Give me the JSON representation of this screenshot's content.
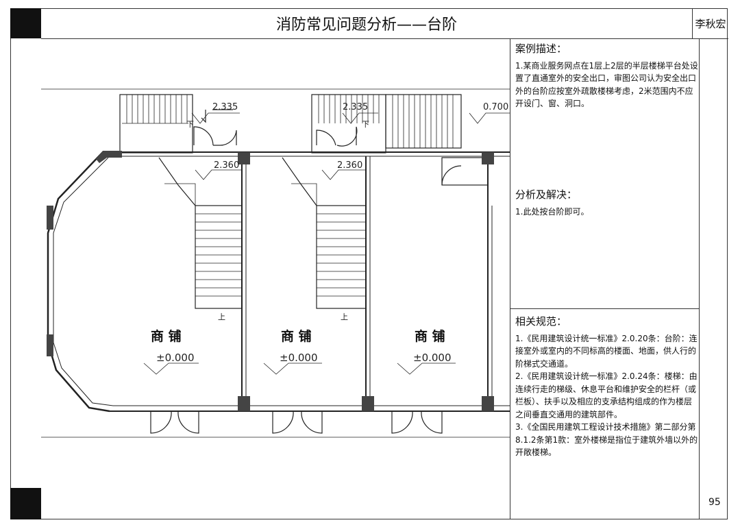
{
  "header": {
    "title": "消防常见问题分析——台阶",
    "author": "李秋宏"
  },
  "case": {
    "heading": "案例描述：",
    "items": [
      "1.某商业服务网点在1层上2层的半层楼梯平台处设置了直通室外的安全出口，审图公司认为安全出口外的台阶应按室外疏散楼梯考虑，2米范围内不应开设门、窗、洞口。"
    ]
  },
  "analysis": {
    "heading": "分析及解决：",
    "items": [
      "1.此处按台阶即可。"
    ]
  },
  "norms": {
    "heading": "相关规范：",
    "items": [
      "1.《民用建筑设计统一标准》2.0.20条：台阶：连接室外或室内的不同标高的楼面、地面，供人行的阶梯式交通道。",
      "2.《民用建筑设计统一标准》2.0.24条：楼梯：由连续行走的梯级、休息平台和维护安全的栏杆（或栏板）、扶手以及相应的支承结构组成的作为楼层之间垂直交通用的建筑部件。",
      "3.《全国民用建筑工程设计技术措施》第二部分第8.1.2条第1款：室外楼梯是指位于建筑外墙以外的开敞楼梯。"
    ]
  },
  "plan": {
    "shops": [
      {
        "label": "商 铺",
        "level": "±0.000"
      },
      {
        "label": "商 铺",
        "level": "±0.000"
      },
      {
        "label": "商 铺",
        "level": "±0.000"
      }
    ],
    "elevations": [
      "2.335",
      "2.335",
      "0.700",
      "2.360",
      "2.360"
    ],
    "stair_marks": [
      "下",
      "下",
      "上",
      "上"
    ]
  },
  "footer": {
    "page": "95"
  }
}
